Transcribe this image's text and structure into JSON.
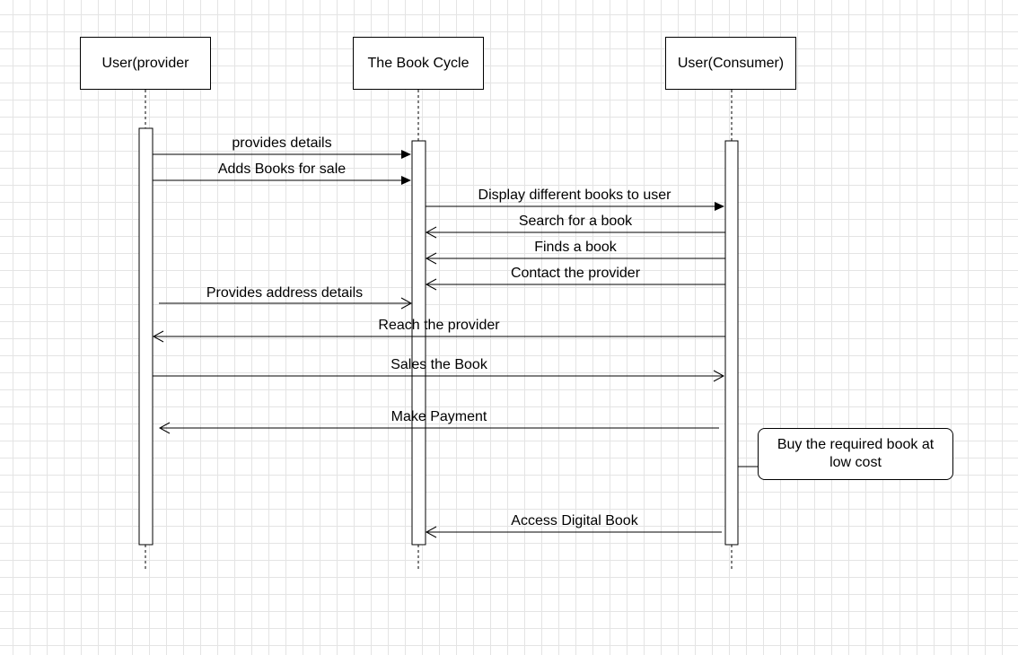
{
  "participants": [
    {
      "id": "provider",
      "label": "User(provider"
    },
    {
      "id": "system",
      "label": "The Book Cycle"
    },
    {
      "id": "consumer",
      "label": "User(Consumer)"
    }
  ],
  "messages": [
    {
      "from": "provider",
      "to": "system",
      "label": "provides details",
      "kind": "sync"
    },
    {
      "from": "provider",
      "to": "system",
      "label": "Adds Books for sale",
      "kind": "sync"
    },
    {
      "from": "system",
      "to": "consumer",
      "label": "Display different books to user",
      "kind": "sync"
    },
    {
      "from": "consumer",
      "to": "system",
      "label": "Search for a book",
      "kind": "open"
    },
    {
      "from": "consumer",
      "to": "system",
      "label": "Finds a book",
      "kind": "open"
    },
    {
      "from": "consumer",
      "to": "system",
      "label": "Contact the provider",
      "kind": "open"
    },
    {
      "from": "provider",
      "to": "system",
      "label": "Provides address details",
      "kind": "open"
    },
    {
      "from": "consumer",
      "to": "provider",
      "label": "Reach the provider",
      "kind": "open"
    },
    {
      "from": "provider",
      "to": "consumer",
      "label": "Sales the Book",
      "kind": "open"
    },
    {
      "from": "consumer",
      "to": "provider",
      "label": "Make Payment",
      "kind": "open"
    },
    {
      "from": "consumer",
      "to": "system",
      "label": "Access Digital Book",
      "kind": "open"
    }
  ],
  "note": {
    "attached_to": "consumer",
    "text": "Buy the required book at low cost"
  },
  "colors": {
    "line": "#000000",
    "background": "#ffffff",
    "grid": "#e4e4e4"
  }
}
